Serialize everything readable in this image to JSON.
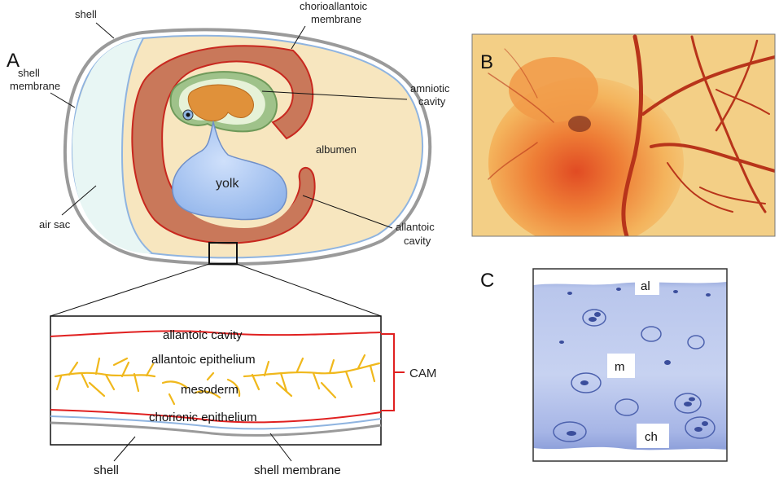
{
  "panels": {
    "a": "A",
    "b": "B",
    "c": "C"
  },
  "egg": {
    "shell": "shell",
    "shell_membrane_1": "shell",
    "shell_membrane_2": "membrane",
    "cam_1": "chorioallantoic",
    "cam_2": "membrane",
    "amniotic_1": "amniotic",
    "amniotic_2": "cavity",
    "albumen": "albumen",
    "yolk": "yolk",
    "air_sac": "air sac",
    "allantoic_1": "allantoic",
    "allantoic_2": "cavity"
  },
  "inset": {
    "allantoic_cavity": "allantoic cavity",
    "allantoic_epithelium": "allantoic epithelium",
    "mesoderm": "mesoderm",
    "chorionic_epithelium": "chorionic epithelium",
    "cam": "CAM",
    "shell": "shell",
    "shell_membrane": "shell membrane"
  },
  "histology": {
    "al": "al",
    "m": "m",
    "ch": "ch"
  },
  "colors": {
    "shell_gray": "#9a9a9a",
    "membrane_blue": "#8fb4e0",
    "albumen": "#f7e6bf",
    "air_sac": "#e8f6f4",
    "allantois": "#c9785a",
    "allantois_edge": "#c8281f",
    "amnion_green": "#9fc28a",
    "yolk": "#a9c8f0",
    "cam_red": "#e02020",
    "vessel_yellow": "#f0b81c"
  }
}
